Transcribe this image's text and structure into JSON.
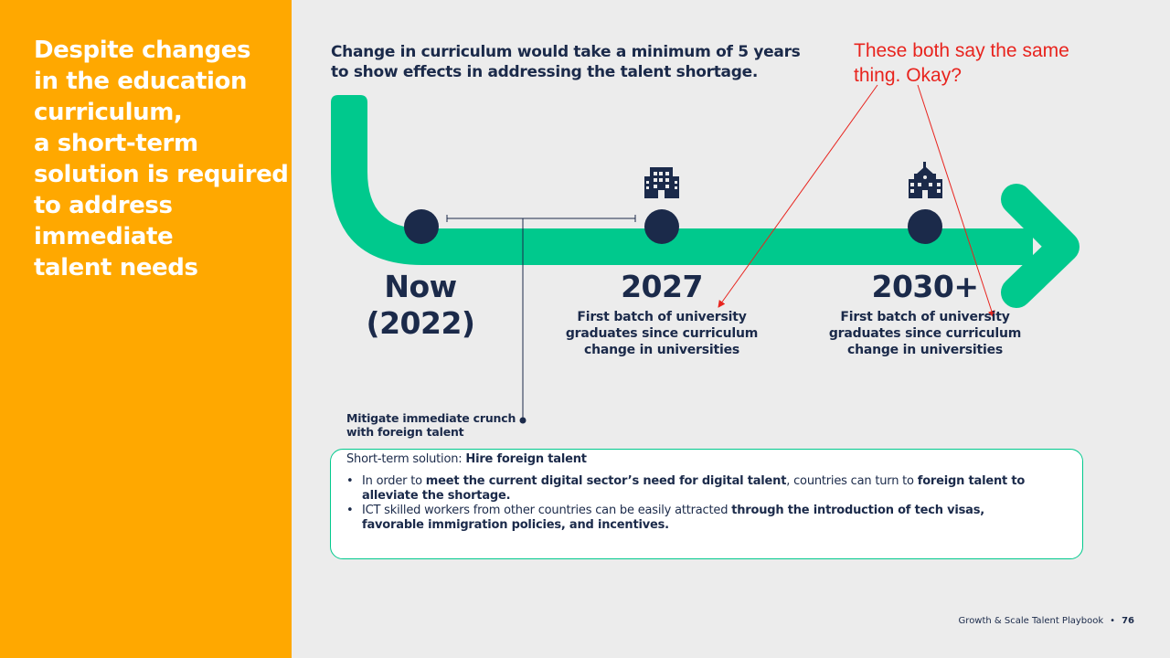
{
  "sidebar": {
    "headline_lines": [
      "Despite changes",
      "in the education",
      "curriculum,",
      "a short-term",
      "solution is required",
      "to address",
      "immediate",
      "talent needs"
    ],
    "background_color": "#ffa800"
  },
  "main": {
    "title_lines": [
      "Change in curriculum would take a minimum of 5 years",
      "to show effects in addressing the talent shortage."
    ]
  },
  "annotation": {
    "lines": [
      "These both say the same",
      "thing. Okay?"
    ],
    "color": "#e8241e"
  },
  "timeline": {
    "arrow_color": "#00c98d",
    "dot_color": "#1b2a4a",
    "milestones": [
      {
        "label_lines": [
          "Now",
          "(2022)"
        ]
      },
      {
        "label": "2027",
        "icon": "office-building-icon",
        "description_lines": [
          "First batch of university",
          "graduates since curriculum",
          "change in universities"
        ]
      },
      {
        "label": "2030+",
        "icon": "school-building-icon",
        "description_lines": [
          "First batch of university",
          "graduates since curriculum",
          "change in universities"
        ]
      }
    ]
  },
  "mitigate": {
    "lines": [
      "Mitigate immediate crunch",
      "with foreign talent"
    ]
  },
  "solution": {
    "title_prefix": "Short-term solution: ",
    "title_bold": "Hire foreign talent",
    "bullet_char": "•",
    "bullets": [
      [
        {
          "text": "In order to ",
          "bold": false
        },
        {
          "text": "meet the current digital sector’s need for digital talent",
          "bold": true
        },
        {
          "text": ", countries can turn to ",
          "bold": false
        },
        {
          "text": "foreign talent to alleviate the shortage.",
          "bold": true
        }
      ],
      [
        {
          "text": "ICT skilled workers from other countries can be easily attracted ",
          "bold": false
        },
        {
          "text": "through the introduction of tech visas, favorable immigration policies, and incentives.",
          "bold": true
        }
      ]
    ],
    "border_color": "#00c98d"
  },
  "footer": {
    "text": "Growth & Scale Talent Playbook",
    "separator": "•",
    "page": "76"
  }
}
